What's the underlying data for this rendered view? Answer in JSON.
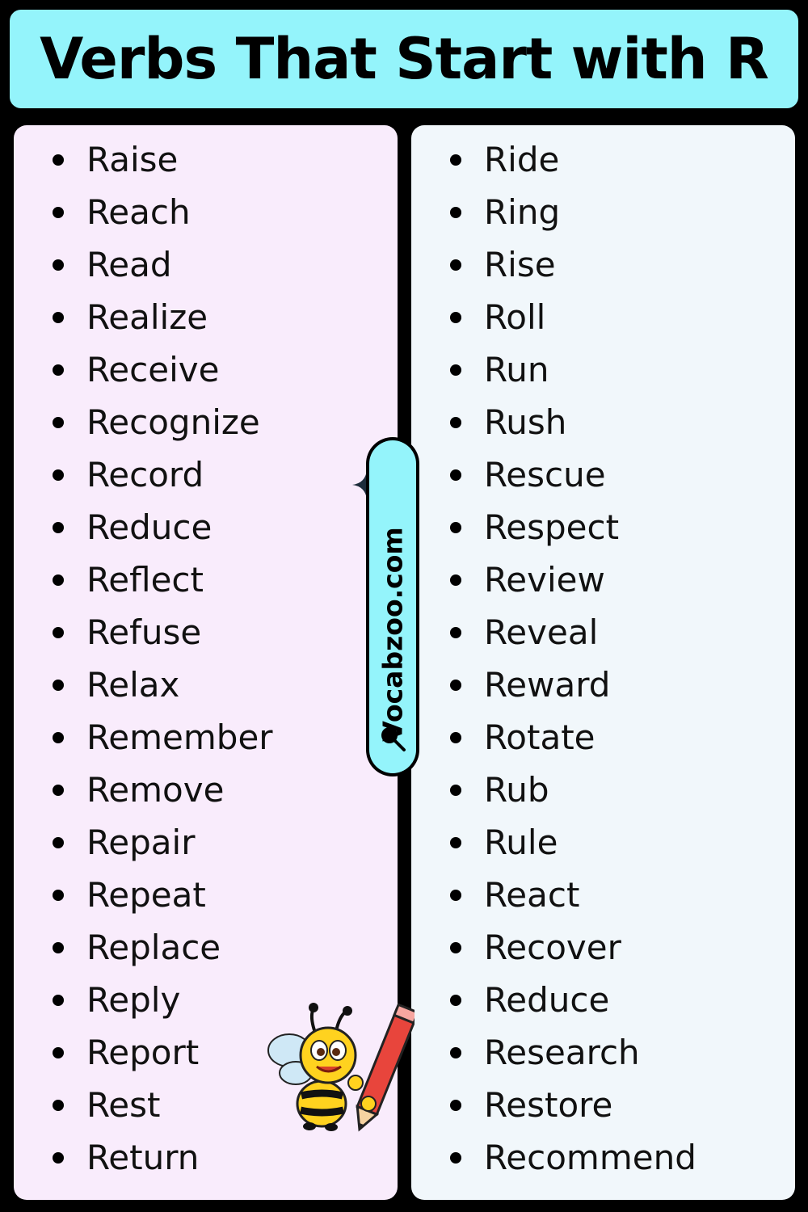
{
  "title": "Verbs That Start with R",
  "left_list": [
    "Raise",
    "Reach",
    "Read",
    "Realize",
    "Receive",
    "Recognize",
    "Record",
    "Reduce",
    "Reflect",
    "Refuse",
    "Relax",
    "Remember",
    "Remove",
    "Repair",
    "Repeat",
    "Replace",
    "Reply",
    "Report",
    "Rest",
    "Return"
  ],
  "right_list": [
    "Ride",
    "Ring",
    "Rise",
    "Roll",
    "Run",
    "Rush",
    "Rescue",
    "Respect",
    "Review",
    "Reveal",
    "Reward",
    "Rotate",
    "Rub",
    "Rule",
    "React",
    "Recover",
    "Reduce",
    "Research",
    "Restore",
    "Recommend"
  ],
  "watermark": "Vocabzoo.com",
  "colors": {
    "title_bg": "#94f4fb",
    "left_panel_bg": "#f9ecfc",
    "right_panel_bg": "#f1f7fb",
    "background": "#000000"
  },
  "icons": [
    "sparkle-icon",
    "magnifier-icon",
    "bee-mascot"
  ]
}
